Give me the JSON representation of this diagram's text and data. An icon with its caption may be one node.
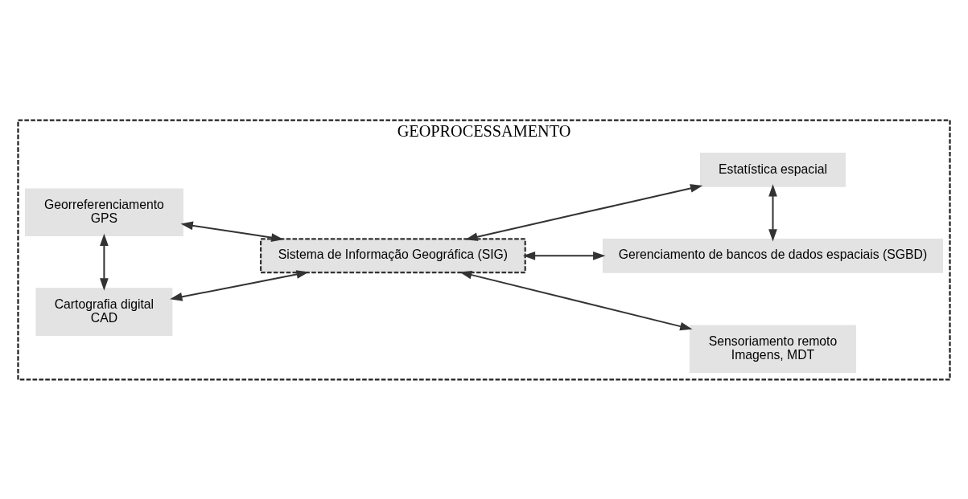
{
  "diagram": {
    "nodes": [
      {
        "text": [
          "GEOPROCESSAMENTO"
        ]
      },
      {
        "text": [
          "Cartografia digital",
          "CAD"
        ],
        "in": 0
      },
      {
        "text": [
          "Gerenciamento de bancos de dados espaciais (SGBD)"
        ],
        "in": 0
      },
      {
        "text": [
          "Sistema de Informação Geográfica (SIG)"
        ],
        "in": 0
      },
      {
        "text": [
          "Estatística espacial"
        ],
        "in": 0
      },
      {
        "text": [
          "Georreferenciamento",
          "GPS"
        ],
        "in": 0
      },
      {
        "text": [
          "Sensoriamento remoto",
          "Imagens, MDT"
        ],
        "in": 0
      }
    ],
    "edges": [
      {
        "from": 1,
        "to": 3,
        "arrow": "both"
      },
      {
        "from": 2,
        "to": 3,
        "arrow": "both"
      },
      {
        "from": 1,
        "to": 5,
        "arrow": "both"
      },
      {
        "from": 2,
        "to": 4,
        "arrow": "both"
      },
      {
        "from": 3,
        "to": 4,
        "arrow": "both"
      },
      {
        "from": 5,
        "to": 3,
        "arrow": "both"
      },
      {
        "from": 3,
        "to": 6,
        "arrow": "both"
      }
    ]
  }
}
